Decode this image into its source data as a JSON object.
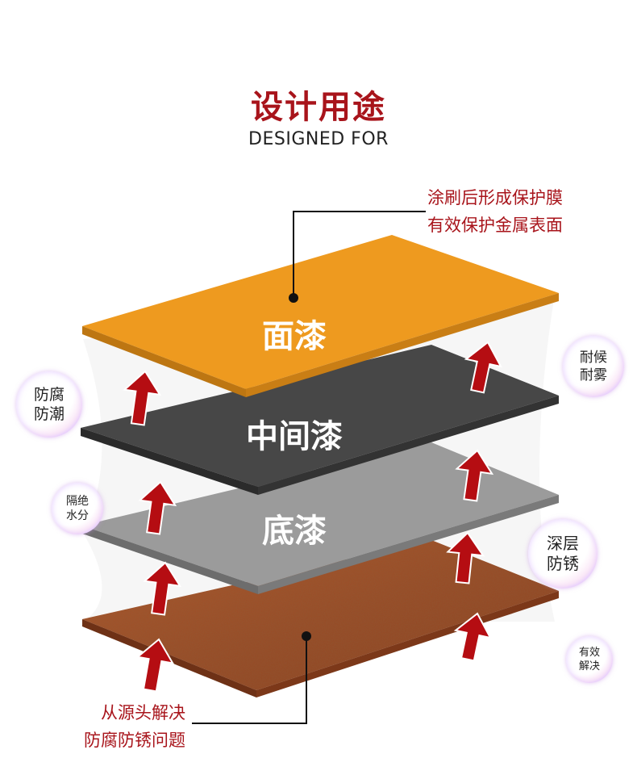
{
  "header": {
    "title": "设计用途",
    "subtitle": "DESIGNED FOR"
  },
  "layers": {
    "top": "面漆",
    "middle": "中间漆",
    "base": "底漆"
  },
  "callouts": {
    "top_line1": "涂刷后形成保护膜",
    "top_line2": "有效保护金属表面",
    "bottom_line1": "从源头解决",
    "bottom_line2": "防腐防锈问题"
  },
  "bubbles": {
    "moisture": "防腐防潮",
    "weather": "耐候耐雾",
    "water": "隔绝水分",
    "rust": "深层防锈",
    "effective": "有效解决"
  },
  "colors": {
    "title": "#a8141b",
    "top_coat": "#ee9a1f",
    "middle_coat": "#474747",
    "base_coat": "#9b9b9b",
    "arrow": "#b50d12",
    "rust_plate": "#a0522d"
  }
}
